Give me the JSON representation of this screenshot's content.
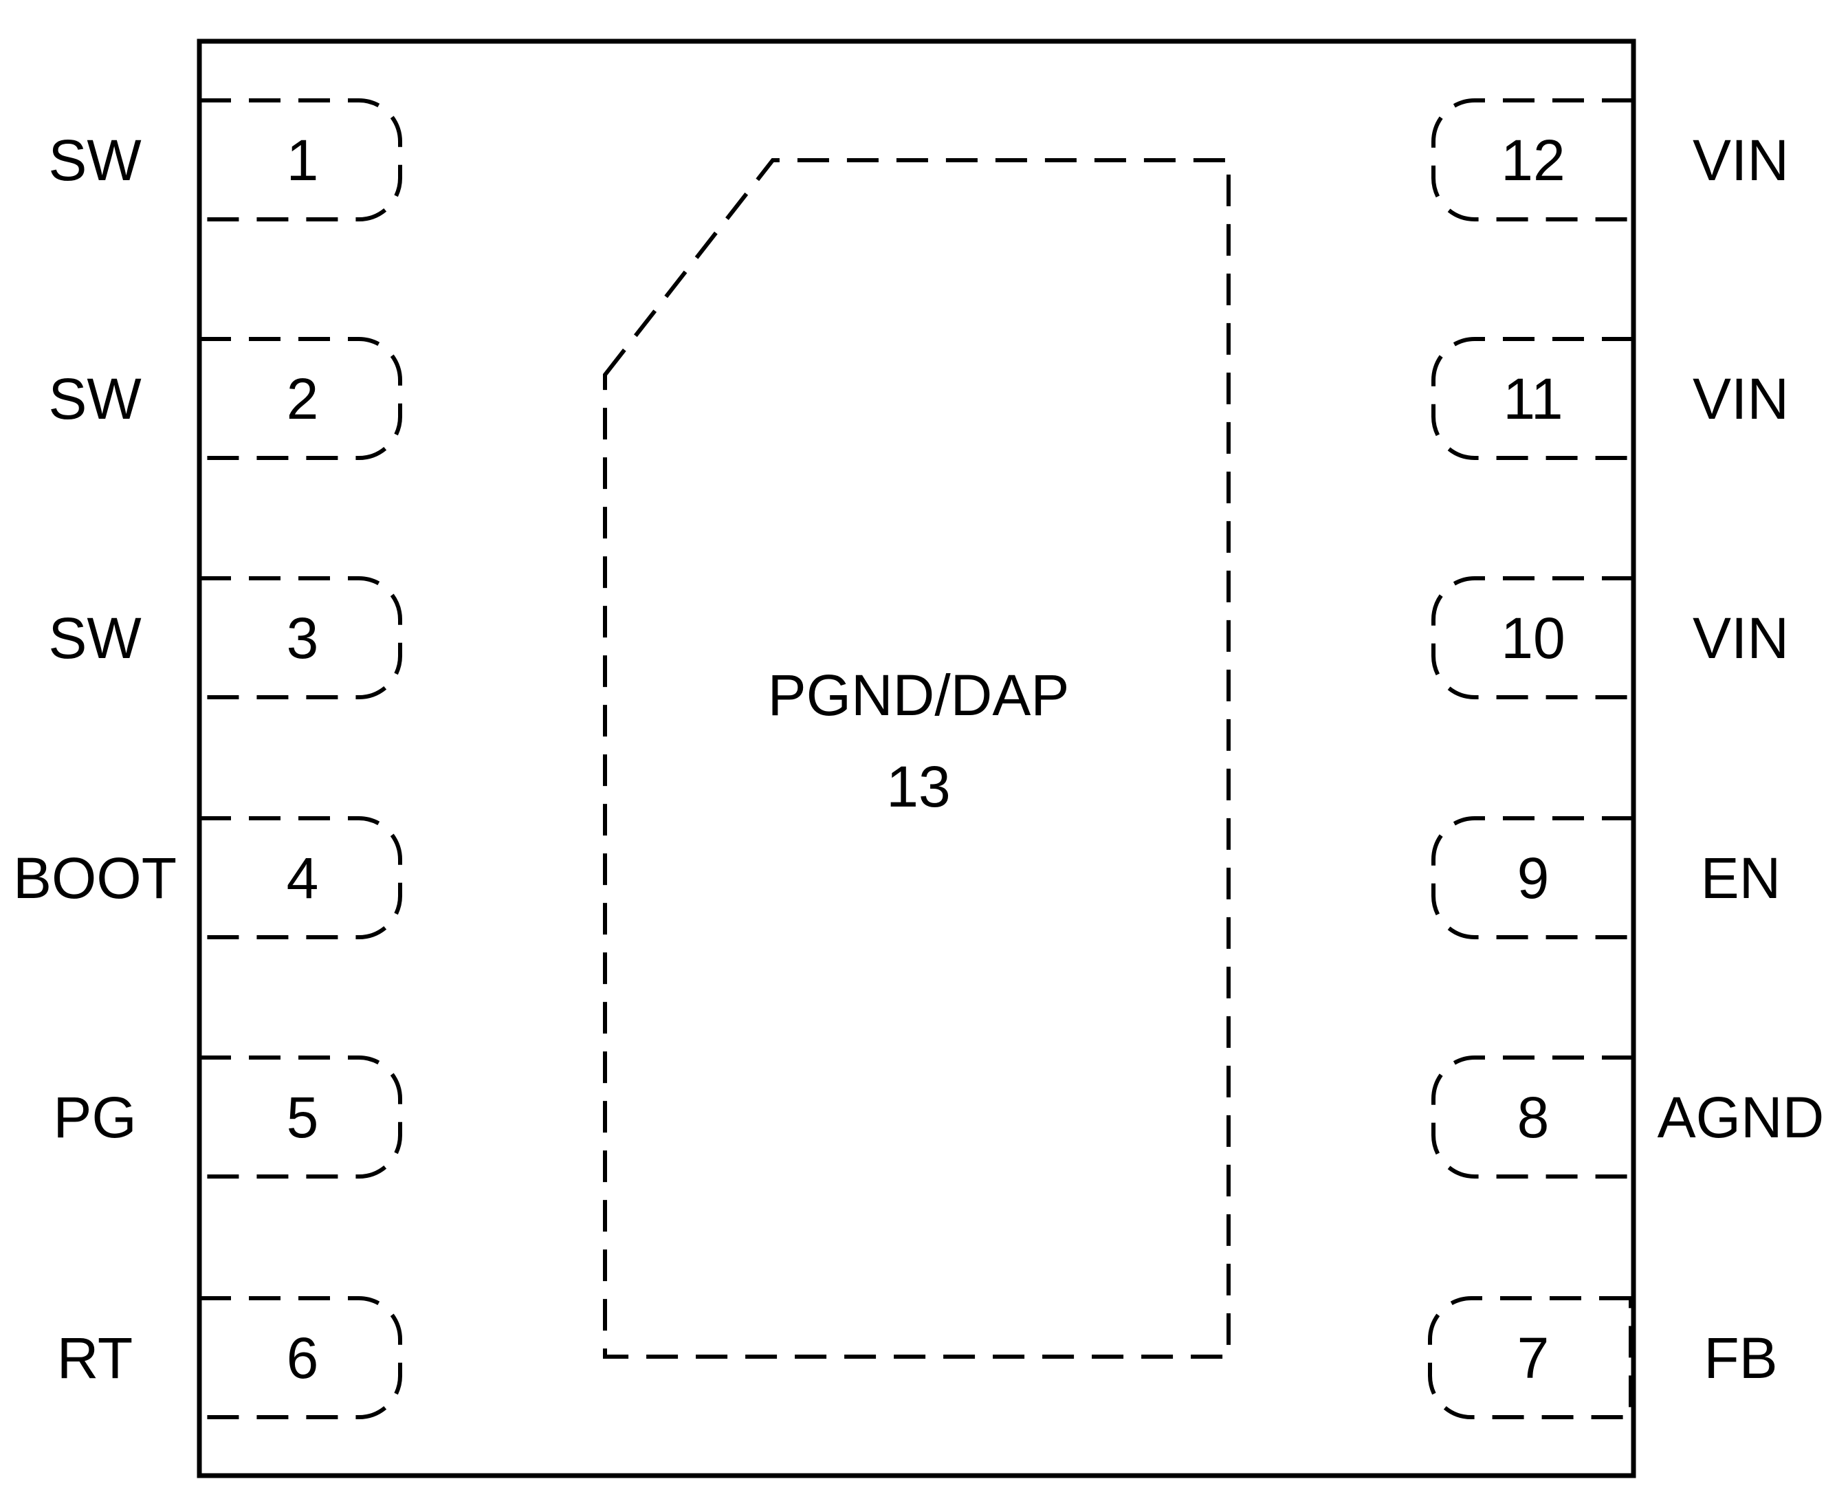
{
  "diagram": {
    "type": "ic-pinout",
    "package_outline_color": "#000000",
    "background": "#ffffff",
    "center_pad": {
      "name": "PGND/DAP",
      "number": "13"
    },
    "left_pins": [
      {
        "number": "1",
        "name": "SW"
      },
      {
        "number": "2",
        "name": "SW"
      },
      {
        "number": "3",
        "name": "SW"
      },
      {
        "number": "4",
        "name": "BOOT"
      },
      {
        "number": "5",
        "name": "PG"
      },
      {
        "number": "6",
        "name": "RT"
      }
    ],
    "right_pins": [
      {
        "number": "12",
        "name": "VIN"
      },
      {
        "number": "11",
        "name": "VIN"
      },
      {
        "number": "10",
        "name": "VIN"
      },
      {
        "number": "9",
        "name": "EN"
      },
      {
        "number": "8",
        "name": "AGND"
      },
      {
        "number": "7",
        "name": "FB"
      }
    ]
  }
}
